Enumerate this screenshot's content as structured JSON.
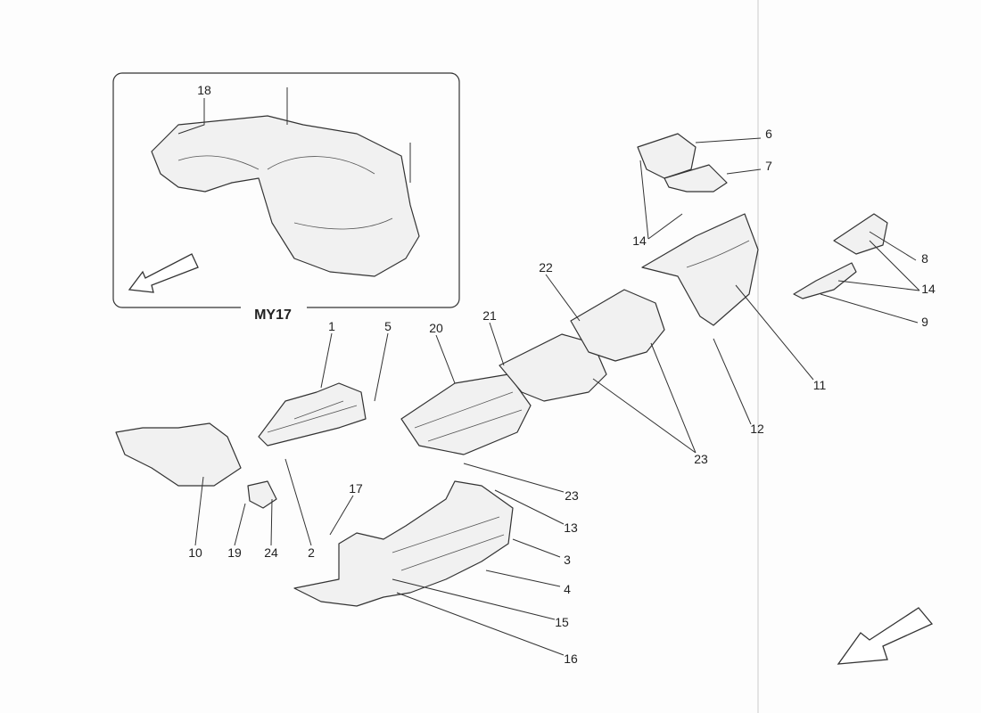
{
  "diagram": {
    "inset_label": "MY17",
    "callouts": [
      "18",
      "1",
      "5",
      "20",
      "21",
      "22",
      "6",
      "7",
      "14",
      "8",
      "14",
      "9",
      "11",
      "12",
      "23",
      "23",
      "13",
      "3",
      "4",
      "15",
      "16",
      "17",
      "2",
      "24",
      "19",
      "10"
    ]
  }
}
